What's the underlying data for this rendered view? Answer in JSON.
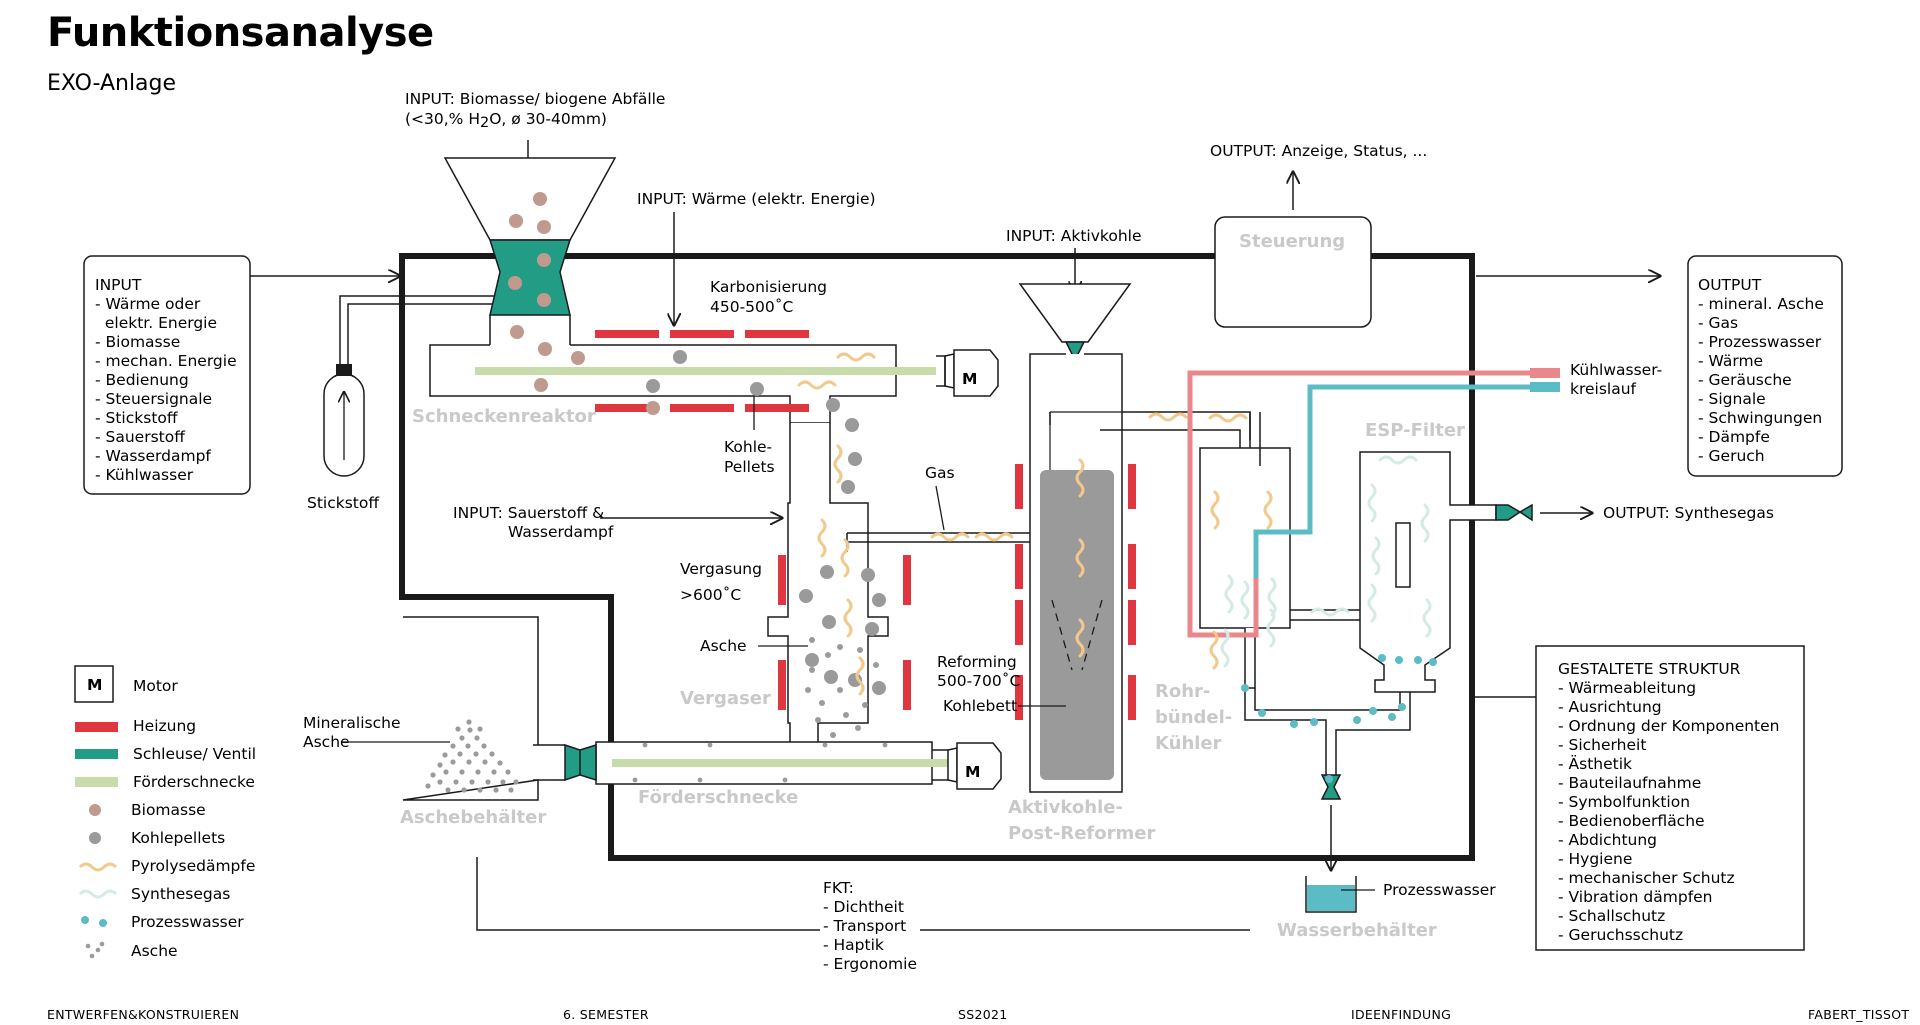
{
  "header": {
    "title": "Funktionsanalyse",
    "subtitle": "EXO-Anlage"
  },
  "input_box": {
    "title": "INPUT",
    "items": [
      "- Wärme oder",
      "  elektr. Energie",
      "- Biomasse",
      "- mechan. Energie",
      "- Bedienung",
      "- Steuersignale",
      "- Stickstoff",
      "- Sauerstoff",
      "- Wasserdampf",
      "- Kühlwasser"
    ]
  },
  "output_box": {
    "title": "OUTPUT",
    "items": [
      "- mineral. Asche",
      "- Gas",
      "- Prozesswasser",
      "- Wärme",
      "- Geräusche",
      "- Signale",
      "- Schwingungen",
      "- Dämpfe",
      "- Geruch"
    ]
  },
  "struct_box": {
    "title": "GESTALTETE STRUKTUR",
    "items": [
      "- Wärmeableitung",
      "- Ausrichtung",
      "- Ordnung der Komponenten",
      "- Sicherheit",
      "- Ästhetik",
      "- Bauteilaufnahme",
      "- Symbolfunktion",
      "- Bedienoberfläche",
      "- Abdichtung",
      "- Hygiene",
      "- mechanischer Schutz",
      "- Vibration dämpfen",
      "- Schallschutz",
      "- Geruchsschutz"
    ]
  },
  "fkt": {
    "title": "FKT:",
    "items": [
      "- Dichtheit",
      "- Transport",
      "- Haptik",
      "- Ergonomie"
    ]
  },
  "annotations": {
    "input_biomass_1": "INPUT: Biomasse/ biogene Abfälle",
    "input_biomass_2": "(<30,% H",
    "input_biomass_sub": "2",
    "input_biomass_3": "O, ø 30-40mm)",
    "input_heat": "INPUT: Wärme (elektr. Energie)",
    "input_activated_carbon": "INPUT: Aktivkohle",
    "output_display": "OUTPUT: Anzeige, Status, ...",
    "output_syngas": "OUTPUT: Synthesegas",
    "input_oxygen_1": "INPUT: Sauerstoff &",
    "input_oxygen_2": "Wasserdampf",
    "carbonization_1": "Karbonisierung",
    "carbonization_2": "450-500˚C",
    "coal_pellets_1": "Kohle-",
    "coal_pellets_2": "Pellets",
    "gas": "Gas",
    "gasification_1": "Vergasung",
    "gasification_2": ">600˚C",
    "ash": "Asche",
    "reforming_1": "Reforming",
    "reforming_2": "500-700˚C",
    "coal_bed": "Kohlebett",
    "mineral_ash_1": "Mineralische",
    "mineral_ash_2": "Asche",
    "nitrogen": "Stickstoff",
    "cooling_water_1": "Kühlwasser-",
    "cooling_water_2": "kreislauf",
    "process_water": "Prozesswasser",
    "motor_symbol": "M"
  },
  "component_labels": {
    "screw_reactor": "Schneckenreaktor",
    "gasifier": "Vergaser",
    "ash_container": "Aschebehälter",
    "conveyor": "Förderschnecke",
    "post_reformer_1": "Aktivkohle-",
    "post_reformer_2": "Post-Reformer",
    "tube_cooler_1": "Rohr-",
    "tube_cooler_2": "bündel-",
    "tube_cooler_3": "Kühler",
    "esp_filter": "ESP-Filter",
    "water_container": "Wasserbehälter",
    "control": "Steuerung"
  },
  "legend": {
    "motor": "Motor",
    "heating": "Heizung",
    "valve": "Schleuse/ Ventil",
    "screw": "Förderschnecke",
    "biomass": "Biomasse",
    "pellets": "Kohlepellets",
    "pyrolysis": "Pyrolysedämpfe",
    "syngas": "Synthesegas",
    "water": "Prozesswasser",
    "ash": "Asche"
  },
  "footer": {
    "left": "ENTWERFEN&KONSTRUIEREN",
    "semester": "6. SEMESTER",
    "term": "SS2021",
    "phase": "IDEENFINDUNG",
    "authors": "FABERT_TISSOT"
  },
  "colors": {
    "heating": "#e0363f",
    "valve": "#239c86",
    "screw": "#c8dbab",
    "biomass": "#c09a8e",
    "pellets": "#9a9a9a",
    "pyrolysis": "#f2c98a",
    "syngas": "#d4ebe4",
    "water": "#5cbcc5",
    "ash": "#9b9b9b",
    "cool_red": "#e9878a",
    "cool_blue": "#5cbcc5",
    "component_label": "#c9c9c9"
  }
}
